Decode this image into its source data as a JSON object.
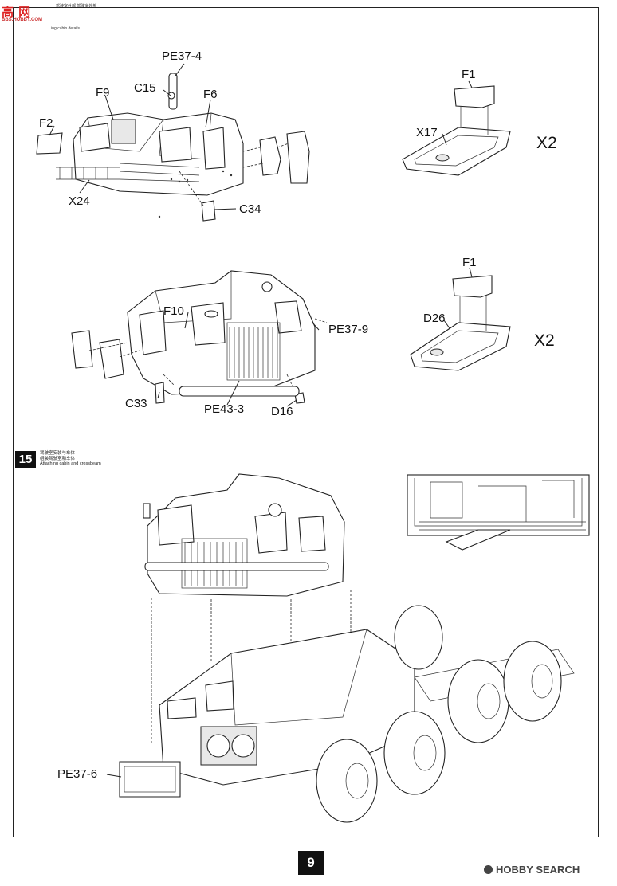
{
  "header": {
    "logo_text": "高 网",
    "logo_cn_lines": "驾驶室外部 驾驶室外部",
    "logo_site": "BBS.HOBBY.COM",
    "step14_subtitle": "...ing cabin details"
  },
  "step15": {
    "number": "15",
    "cn_line1": "驾驶室安装与车体",
    "cn_line2": "组装驾驶室和车体",
    "en_title": "Attaching cabin and crossbeam"
  },
  "labels": {
    "pe37_4": "PE37-4",
    "c15": "C15",
    "f9": "F9",
    "f6": "F6",
    "f2": "F2",
    "x24": "X24",
    "c34": "C34",
    "f1_top": "F1",
    "x17": "X17",
    "x2_top": "X2",
    "f1_mid": "F1",
    "d26": "D26",
    "x2_mid": "X2",
    "f10": "F10",
    "pe37_9": "PE37-9",
    "c33": "C33",
    "pe43_3": "PE43-3",
    "d16": "D16",
    "pe37_6": "PE37-6"
  },
  "footer": {
    "page_number": "9",
    "watermark": "HOBBY SEARCH"
  }
}
